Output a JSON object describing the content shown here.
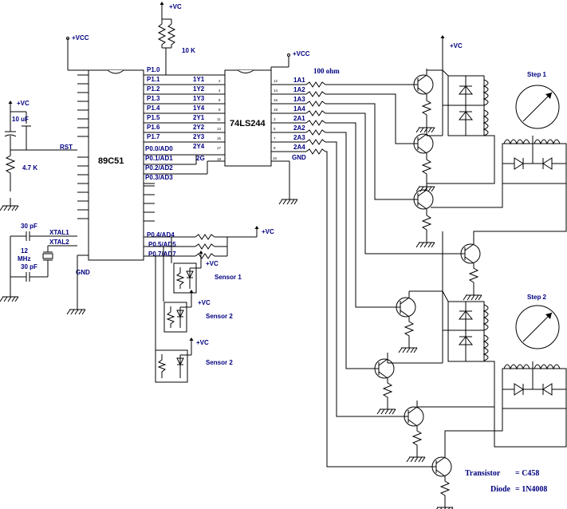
{
  "chips": {
    "mcu": "89C51",
    "buffer": "74LS244"
  },
  "mcu_pins": {
    "left": [
      "RST",
      "XTAL1",
      "XTAL2",
      "GND"
    ],
    "right_port1": [
      "P1.0",
      "P1.1",
      "P1.2",
      "P1.3",
      "P1.4",
      "P1.5",
      "P1.6",
      "P1.7"
    ],
    "right_port0": [
      "P0.0/AD0",
      "P0.1/AD1",
      "P0.2/AD2",
      "P0.3/AD3"
    ],
    "right_port0_upper": [
      "P0.4/AD4",
      "P0.5/AD5",
      "P0.7/AD7"
    ]
  },
  "buffer_pins": {
    "left": [
      "1Y1",
      "1Y2",
      "1Y3",
      "1Y4",
      "2Y1",
      "2Y2",
      "2Y3",
      "2Y4",
      "2G"
    ],
    "left_nums": [
      "2",
      "4",
      "6",
      "8",
      "11",
      "13",
      "15",
      "17",
      "19"
    ],
    "right": [
      "1A1",
      "1A2",
      "1A3",
      "1A4",
      "2A1",
      "2A2",
      "2A3",
      "2A4",
      "GND"
    ],
    "right_nums": [
      "12",
      "14",
      "16",
      "18",
      "3",
      "5",
      "7",
      "9",
      "10"
    ]
  },
  "power": {
    "vcc_mcu": "+VCC",
    "vcc_buffer": "+VCC",
    "vc": "+VC"
  },
  "components": {
    "pullup": "10 K",
    "reset_cap": "10 uF",
    "reset_res": "4.7 K",
    "xtal_cap1": "30 pF",
    "xtal_cap2": "30 pF",
    "crystal": "12\nMHz",
    "base_res": "100 ohm"
  },
  "sensors": [
    "Sensor 1",
    "Sensor 2",
    "Sensor 2"
  ],
  "motors": [
    "Step 1",
    "Step 2"
  ],
  "notes": {
    "transistor_label": "Transistor",
    "transistor_value": "=  C458",
    "diode_label": "Diode",
    "diode_value": "=  1N4008"
  }
}
